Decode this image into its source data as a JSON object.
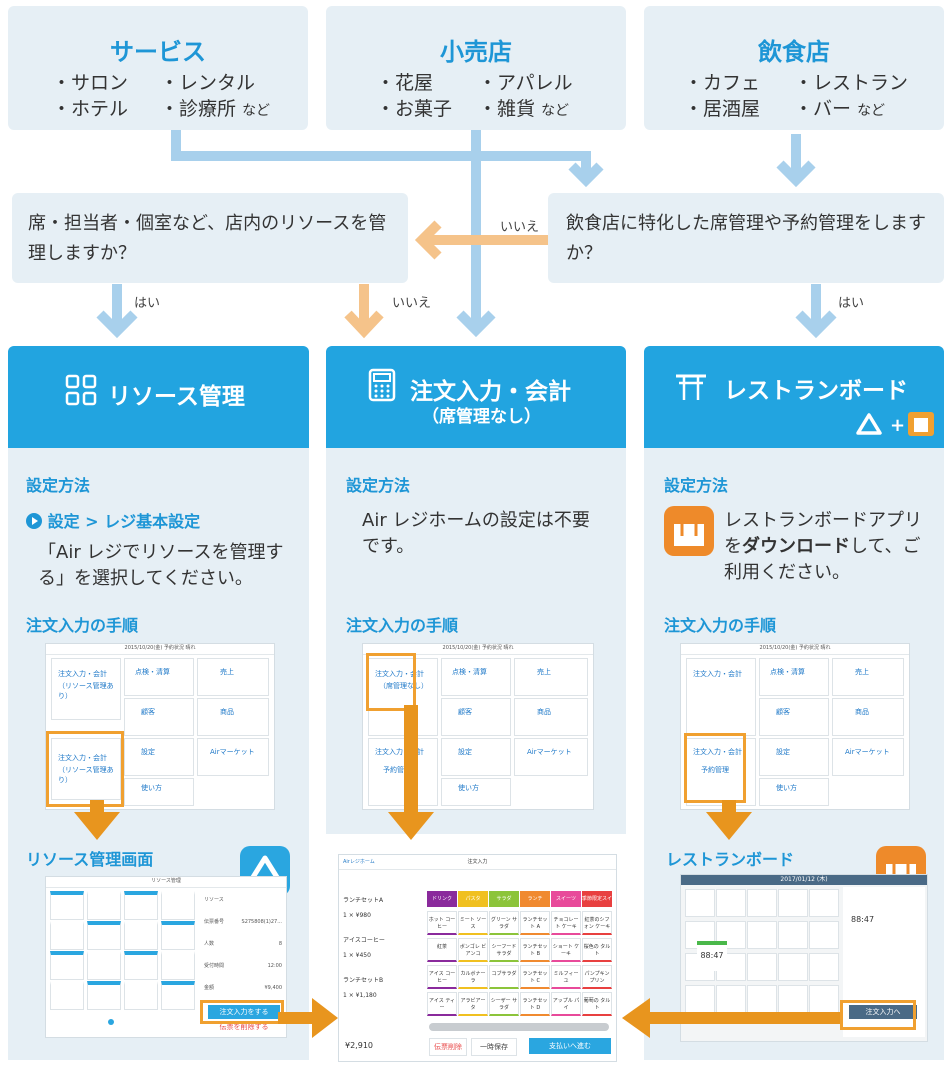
{
  "top": {
    "service": {
      "title": "サービス",
      "items": [
        "・サロン",
        "・レンタル",
        "・ホテル",
        "・診療所"
      ],
      "suffix": "など"
    },
    "retail": {
      "title": "小売店",
      "items": [
        "・花屋",
        "・アパレル",
        "・お菓子",
        "・雑貨"
      ],
      "suffix": "など"
    },
    "food": {
      "title": "飲食店",
      "items": [
        "・カフェ",
        "・レストラン",
        "・居酒屋",
        "・バー"
      ],
      "suffix": "など"
    }
  },
  "questions": {
    "resource": "席・担当者・個室など、店内のリソースを管理しますか？",
    "food": "飲食店に特化した席管理や予約管理をしますか？"
  },
  "labels": {
    "yes": "はい",
    "no": "いいえ"
  },
  "columns": {
    "resource": {
      "title": "リソース管理",
      "setup_heading": "設定方法",
      "setup_path": [
        "設定",
        "レジ基本設定"
      ],
      "setup_text": "「Air レジでリソースを管理する」を選択してください。",
      "steps_heading": "注文入力の手順",
      "screen_label": "リソース管理画面"
    },
    "order": {
      "title": "注文入力・会計",
      "subtitle": "（席管理なし）",
      "setup_heading": "設定方法",
      "setup_text": "Air レジホームの設定は不要です。",
      "steps_heading": "注文入力の手順"
    },
    "restaurant": {
      "title": "レストランボード",
      "setup_heading": "設定方法",
      "setup_text_before": "レストランボードアプリを",
      "setup_text_bold": "ダウンロード",
      "setup_text_after": "して、ご利用ください。",
      "steps_heading": "注文入力の手順",
      "screen_label": "レストランボード"
    }
  },
  "home_screen": {
    "title": "2015/10/20(金) 予約状況 晴れ",
    "tiles": {
      "order_resource": "注文入力・会計",
      "order_resource_sub": "（リソース管理あり）",
      "order_plain_sub": "（席管理なし）",
      "check": "点検・清算",
      "sales": "売上",
      "customer": "顧客",
      "product": "商品",
      "settings": "設定",
      "market": "Airマーケット",
      "howto": "使い方",
      "reservation": "予約管理"
    }
  },
  "order_screen": {
    "title": "注文入力",
    "back": "Airレジホーム",
    "categories": [
      "ドリンク",
      "パスタ",
      "サラダ",
      "ランチ",
      "スイーツ",
      "季節限定スイーツ"
    ],
    "category_colors": [
      "#8a2a9c",
      "#f0c020",
      "#8cc43a",
      "#f08a30",
      "#e84a9a",
      "#e84040"
    ],
    "items": [
      [
        "ホット コーヒー",
        "ミート ソース",
        "グリーン サラダ",
        "ランチセット A",
        "チョコレート ケーキ",
        "紅茶のシフォン ケーキ"
      ],
      [
        "紅茶",
        "ボンゴレ ビアンコ",
        "シーフード サラダ",
        "ランチセット B",
        "ショート ケーキ",
        "桜色の タルト"
      ],
      [
        "アイス コーヒー",
        "カルボナーラ",
        "コブサラダ",
        "ランチセット C",
        "ミルフィーユ",
        "パンプキン プリン"
      ],
      [
        "アイス ティー",
        "アラビアータ",
        "シーザー サラダ",
        "ランチセット D",
        "アップル パイ",
        "葡萄の タルト"
      ]
    ],
    "lines": [
      {
        "name": "ランチセットA",
        "qty": "1",
        "price": "¥980"
      },
      {
        "name": "アイスコーヒー",
        "qty": "1",
        "price": "¥450"
      },
      {
        "name": "ランチセットB",
        "qty": "1",
        "price": "¥1,180"
      }
    ],
    "total": "¥2,910",
    "clear_button": "伝票削除",
    "hold_button": "一時保存",
    "pay_button": "支払いへ進む"
  },
  "resource_screen": {
    "title": "リソース管理",
    "order_button": "注文入力をする",
    "cancel_button": "伝票を削除する",
    "fields": [
      "リソース",
      "伝票番号",
      "人数",
      "受付時間",
      "金額"
    ],
    "values": [
      "",
      "S275808(1)27...",
      "8",
      "12:00",
      "¥9,400"
    ]
  },
  "restaurant_screen": {
    "date": "2017/01/12 (木)",
    "time": "88:47",
    "order_button": "注文入力へ"
  },
  "colors": {
    "accent": "#22a4e0",
    "arrow_blue": "#a8d0ec",
    "arrow_orange": "#f5c38a",
    "orange": "#e8951e",
    "panel": "#e6eff5"
  }
}
